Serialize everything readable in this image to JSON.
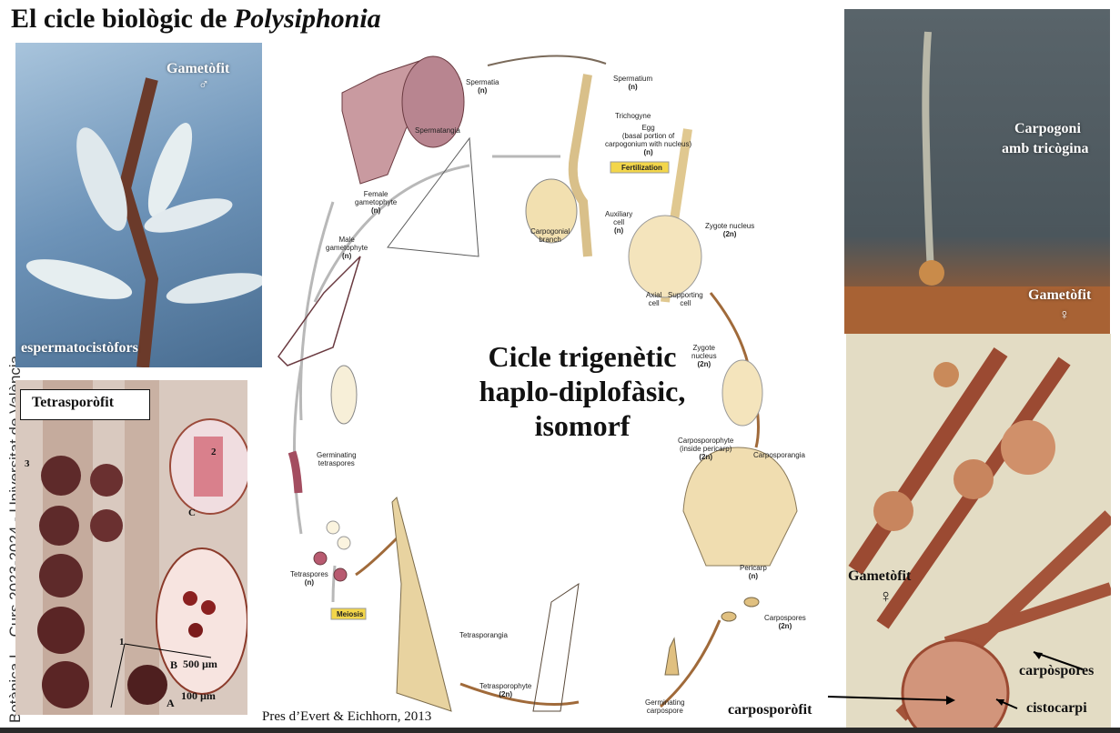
{
  "slide": {
    "title_prefix": "El cicle biològic de ",
    "title_italic": "Polysiphonia",
    "sidebar": "Botànica I – Curs 2023-2024 - Universitat de València",
    "center_line1": "Cicle trigenètic",
    "center_line2": "haplo-diplofàsic,",
    "center_line3": "isomorf",
    "credit": "Pres d’Evert & Eichhorn, 2013"
  },
  "photos": {
    "top_left": {
      "label": "Gametòfit",
      "symbol": "♂",
      "caption": "espermatocistòfors"
    },
    "bottom_left": {
      "label": "Tetrasporòfit",
      "n1": "1",
      "n2": "2",
      "n3": "3",
      "A": "A",
      "B": "B",
      "C": "C",
      "scale_a": "100 µm",
      "scale_b": "500 µm"
    },
    "top_right": {
      "label1": "Carpogoni",
      "label2": "amb tricògina",
      "gam": "Gametòfit",
      "symbol": "♀"
    },
    "bottom_right": {
      "gam": "Gametòfit",
      "symbol": "♀",
      "carpospores": "carpòspores",
      "cistocarpi": "cistocarpi",
      "carposporofit": "carposporòfit"
    }
  },
  "diagram": {
    "spermatia": "Spermatia",
    "spermatia_n": "(n)",
    "spermatium": "Spermatium",
    "spermatium_n": "(n)",
    "spermatangia": "Spermatangia",
    "trichogyne": "Trichogyne",
    "egg1": "Egg",
    "egg2": "(basal portion of",
    "egg3": "carpogonium with nucleus)",
    "egg_n": "(n)",
    "fertilization": "Fertilization",
    "female1": "Female",
    "female2": "gametophyte",
    "female_n": "(n)",
    "male1": "Male",
    "male2": "gametophyte",
    "male_n": "(n)",
    "carpogonial1": "Carpogonial",
    "carpogonial2": "branch",
    "auxiliary1": "Auxiliary",
    "auxiliary2": "cell",
    "auxiliary_n": "(n)",
    "zygote_nucleus": "Zygote nucleus",
    "zygote_nucleus_2n": "(2n)",
    "axial1": "Axial",
    "axial2": "cell",
    "supporting1": "Supporting",
    "supporting2": "cell",
    "zygote2_1": "Zygote",
    "zygote2_2": "nucleus",
    "zygote2_2n": "(2n)",
    "germ_tetra1": "Germinating",
    "germ_tetra2": "tetraspores",
    "carposporophyte1": "Carposporophyte",
    "carposporophyte2": "(inside pericarp)",
    "carposporophyte_2n": "(2n)",
    "carposporangia": "Carposporangia",
    "pericarp": "Pericarp",
    "pericarp_n": "(n)",
    "tetraspores": "Tetraspores",
    "tetraspores_n": "(n)",
    "meiosis": "Meiosis",
    "tetrasporangia": "Tetrasporangia",
    "carpospores": "Carpospores",
    "carpospores_2n": "(2n)",
    "tetrasporophyte": "Tetrasporophyte",
    "tetrasporophyte_2n": "(2n)",
    "germ_carpo1": "Germinating",
    "germ_carpo2": "carpospore"
  }
}
